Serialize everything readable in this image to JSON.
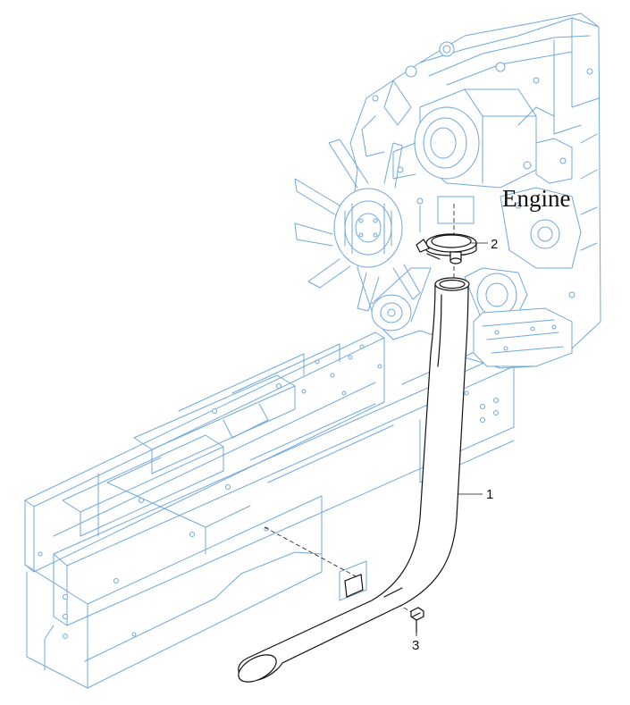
{
  "diagram": {
    "engine_label": "Engine",
    "callouts": [
      {
        "id": "1",
        "part": "exhaust-pipe"
      },
      {
        "id": "2",
        "part": "clamp"
      },
      {
        "id": "3",
        "part": "bolt"
      }
    ],
    "colors": {
      "background_line_art": "#6fa8dc",
      "part_line_art": "#111111",
      "background": "#ffffff"
    }
  }
}
